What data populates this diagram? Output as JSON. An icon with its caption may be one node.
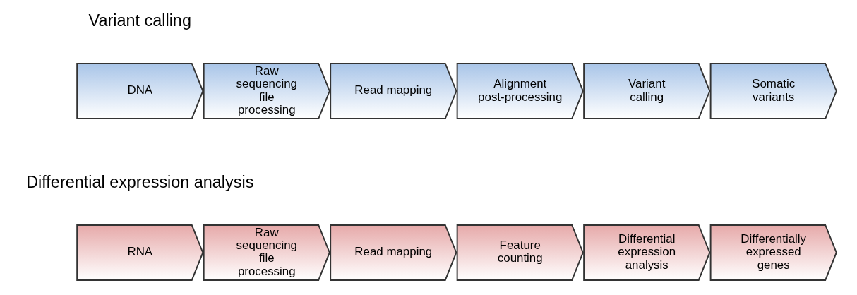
{
  "diagram": {
    "nodes": [
      {
        "text": [
          "DNA"
        ]
      },
      {
        "text": [
          "Raw sequencing file processing"
        ]
      },
      {
        "text": [
          "Read mapping"
        ]
      },
      {
        "text": [
          "Alignment post-processing"
        ]
      },
      {
        "text": [
          "Variant calling"
        ]
      },
      {
        "text": [
          "Somatic variants"
        ]
      },
      {
        "text": [
          "RNA"
        ]
      },
      {
        "text": [
          "Raw sequencing file processing"
        ]
      },
      {
        "text": [
          "Read mapping"
        ]
      },
      {
        "text": [
          "Feature counting"
        ]
      },
      {
        "text": [
          "Differential expression analysis"
        ]
      },
      {
        "text": [
          "Differentially expressed genes"
        ]
      }
    ],
    "labels": [
      "Variant calling",
      "Differential expression analysis"
    ]
  }
}
